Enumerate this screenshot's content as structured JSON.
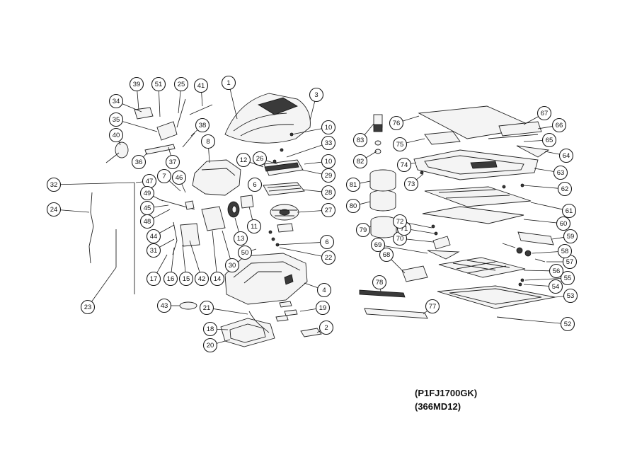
{
  "diagram": {
    "model_codes": [
      "(P1FJ1700GK)",
      "(366MD12)"
    ],
    "callouts": [
      "1",
      "2",
      "3",
      "4",
      "6",
      "7",
      "8",
      "10",
      "11",
      "12",
      "13",
      "14",
      "15",
      "16",
      "17",
      "18",
      "19",
      "20",
      "21",
      "22",
      "23",
      "24",
      "25",
      "26",
      "27",
      "28",
      "29",
      "30",
      "31",
      "32",
      "33",
      "34",
      "35",
      "36",
      "37",
      "38",
      "39",
      "40",
      "41",
      "42",
      "43",
      "44",
      "45",
      "46",
      "47",
      "48",
      "49",
      "50",
      "51",
      "52",
      "53",
      "54",
      "55",
      "56",
      "57",
      "58",
      "59",
      "60",
      "61",
      "62",
      "63",
      "64",
      "65",
      "66",
      "67",
      "68",
      "69",
      "70",
      "71",
      "72",
      "73",
      "74",
      "75",
      "76",
      "77",
      "78",
      "79",
      "80",
      "81",
      "82",
      "83"
    ]
  }
}
